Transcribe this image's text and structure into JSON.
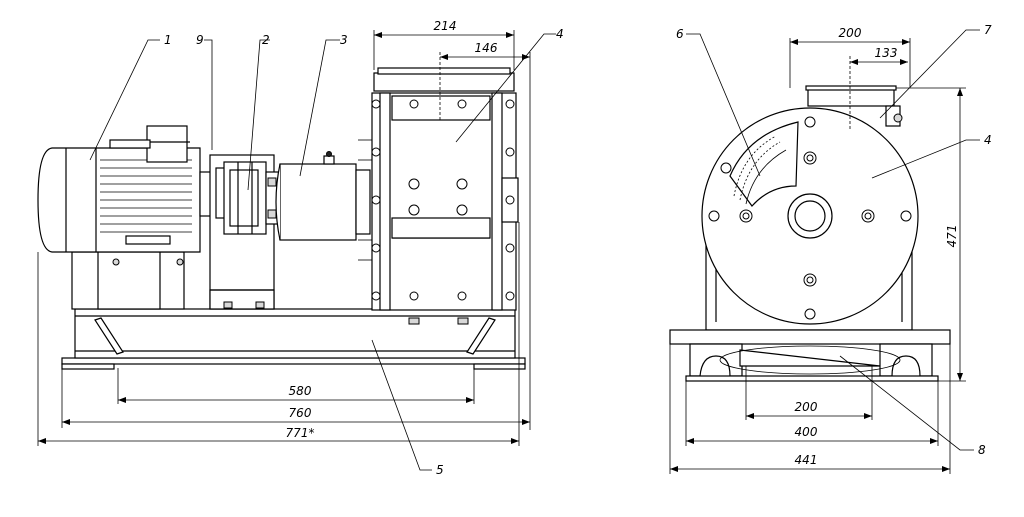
{
  "front_view": {
    "dimensions": {
      "top_width": "214",
      "inlet_width": "146",
      "base_holes": "580",
      "base_length": "760",
      "overall_length": "771*"
    },
    "callouts": [
      "1",
      "9",
      "2",
      "3",
      "4",
      "5"
    ]
  },
  "side_view": {
    "dimensions": {
      "top_width": "200",
      "inlet_width": "133",
      "height": "471",
      "outlet_width": "200",
      "base_width": "400",
      "overall_width": "441"
    },
    "callouts": [
      "6",
      "7",
      "4",
      "8"
    ]
  }
}
